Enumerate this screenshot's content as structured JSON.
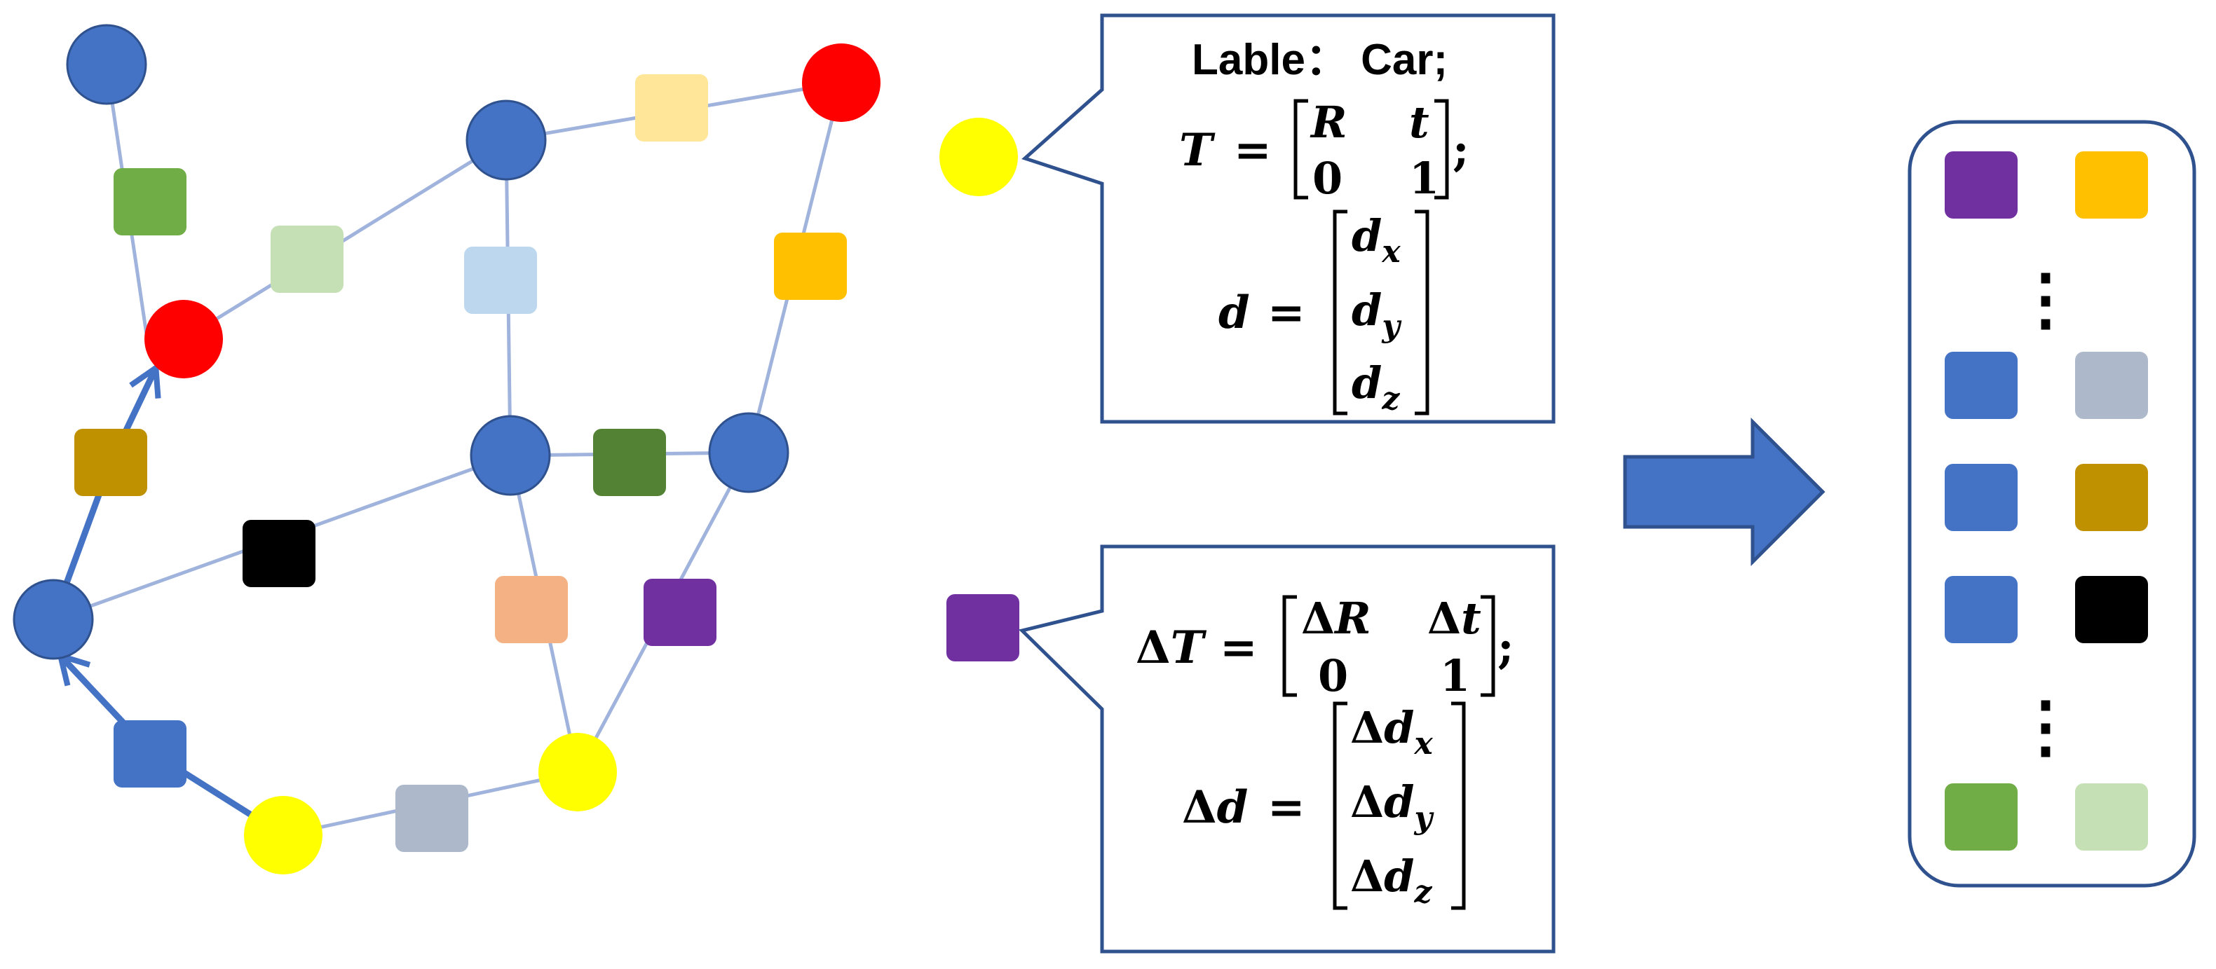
{
  "colors": {
    "node_blue": "#4472c4",
    "node_red": "#ff0000",
    "node_yellow": "#ffff00",
    "edge": "#9fb3dc",
    "path_arrow": "#4472c4",
    "box_border": "#2f528f",
    "big_arrow_fill": "#4472c4",
    "big_arrow_stroke": "#2f528f",
    "factor_green": "#70ad47",
    "factor_light_green": "#c5e0b4",
    "factor_light_blue": "#bdd7ee",
    "factor_light_yellow": "#ffe699",
    "factor_orange": "#ffc000",
    "factor_dark_green": "#548235",
    "factor_olive": "#bf9000",
    "factor_black": "#000000",
    "factor_salmon": "#f4b183",
    "factor_purple": "#7030a0",
    "factor_blue": "#4472c4",
    "factor_gray": "#adb9ca"
  },
  "object_box": {
    "label_line": "Lable：  Car;",
    "T_symbol": "T",
    "equals": "=",
    "R": "R",
    "t": "t",
    "zero": "0",
    "one": "1",
    "semicolon": ";",
    "d_symbol": "d",
    "d_base": "d",
    "sub_x": "x",
    "sub_y": "y",
    "sub_z": "z"
  },
  "delta_box": {
    "delta": "Δ",
    "T_symbol": "T",
    "equals": "=",
    "R": "R",
    "t": "t",
    "zero": "0",
    "one": "1",
    "semicolon": ";",
    "d_symbol": "d",
    "d_base": "d",
    "sub_x": "x",
    "sub_y": "y",
    "sub_z": "z"
  },
  "pair_list": {
    "ellipsis": "⋮",
    "rows": [
      [
        "factor_purple",
        "factor_orange"
      ],
      [
        "factor_blue",
        "factor_gray"
      ],
      [
        "factor_blue",
        "factor_olive"
      ],
      [
        "factor_blue",
        "factor_black"
      ],
      [
        "factor_green",
        "factor_light_green"
      ]
    ]
  }
}
